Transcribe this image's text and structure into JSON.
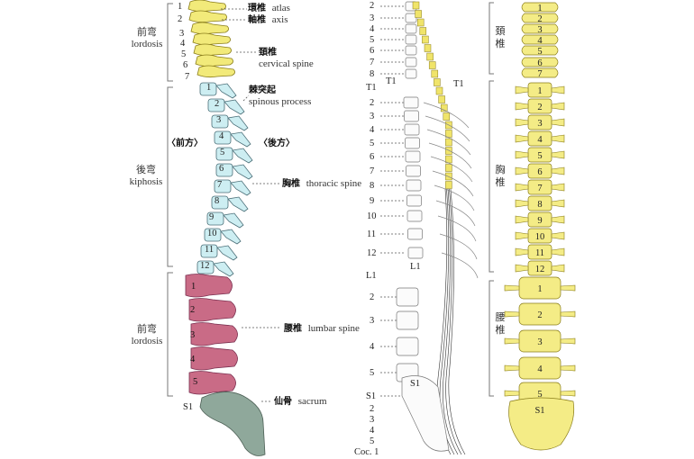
{
  "left_panel": {
    "curves": {
      "cervical": {
        "jp": "前弯",
        "en": "lordosis"
      },
      "thoracic": {
        "jp": "後弯",
        "en": "kiphosis"
      },
      "lumbar": {
        "jp": "前弯",
        "en": "lordosis"
      }
    },
    "cervical_numbers": [
      "1",
      "2",
      "3",
      "4",
      "5",
      "6",
      "7"
    ],
    "thoracic_numbers": [
      "1",
      "2",
      "3",
      "4",
      "5",
      "6",
      "7",
      "8",
      "9",
      "10",
      "11",
      "12"
    ],
    "lumbar_numbers": [
      "1",
      "2",
      "3",
      "4",
      "5"
    ],
    "s1": "S1",
    "labels": {
      "atlas": {
        "jp": "環椎",
        "en": "atlas"
      },
      "axis": {
        "jp": "軸椎",
        "en": "axis"
      },
      "cervical": {
        "jp": "頚椎",
        "en": "cervical spine"
      },
      "spinous": {
        "jp": "棘突起",
        "en": "spinous process"
      },
      "anterior": "〈前方〉",
      "posterior": "〈後方〉",
      "thoracic": {
        "jp": "胸椎",
        "en": "thoracic spine"
      },
      "lumbar": {
        "jp": "腰椎",
        "en": "lumbar spine"
      },
      "sacrum": {
        "jp": "仙骨",
        "en": "sacrum"
      }
    },
    "colors": {
      "cervical": "#f2ea7a",
      "thoracic": "#cdeef2",
      "lumbar": "#c96b86",
      "sacrum": "#8fa89b"
    }
  },
  "middle_panel": {
    "cervical_numbers": [
      "2",
      "3",
      "4",
      "5",
      "6",
      "7",
      "8"
    ],
    "t1_left": "T1",
    "t1_right": "T1",
    "t1_mid": "T1",
    "thoracic_numbers": [
      "2",
      "3",
      "4",
      "5",
      "6",
      "7",
      "8",
      "9",
      "10",
      "11",
      "12"
    ],
    "l1": "L1",
    "l1_mid": "L1",
    "lumbar_numbers": [
      "2",
      "3",
      "4",
      "5"
    ],
    "s1": "S1",
    "s1_mid": "S1",
    "sacral_numbers": [
      "2",
      "3",
      "4",
      "5"
    ],
    "coc": "Coc. 1"
  },
  "right_panel": {
    "region_labels": {
      "cervical": "頚椎",
      "thoracic": "胸椎",
      "lumbar": "腰椎"
    },
    "cervical_numbers": [
      "1",
      "2",
      "3",
      "4",
      "5",
      "6",
      "7"
    ],
    "thoracic_numbers": [
      "1",
      "2",
      "3",
      "4",
      "5",
      "6",
      "7",
      "8",
      "9",
      "10",
      "11",
      "12"
    ],
    "lumbar_numbers": [
      "1",
      "2",
      "3",
      "4",
      "5"
    ],
    "s1": "S1"
  }
}
